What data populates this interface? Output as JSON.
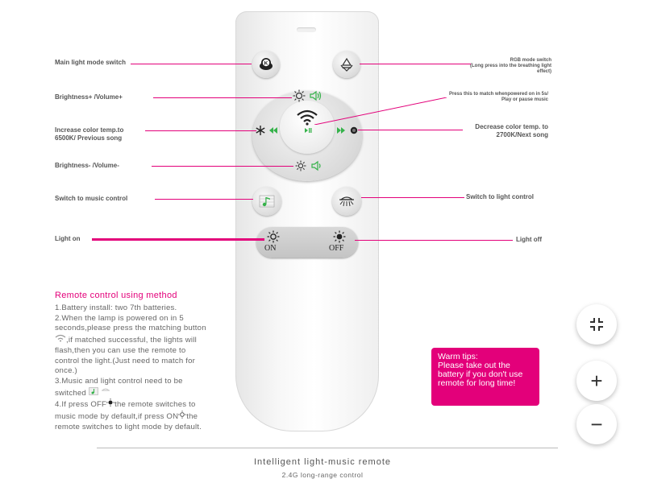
{
  "labels": {
    "main_mode": "Main light mode switch",
    "rgb_mode": "RGB mode switch",
    "rgb_mode_note": "(Long press into the breathing light effect)",
    "brightness_up": "Brightness+ /Volume+",
    "press_match": "Press this to match whenpowered on in 5s/ Play or pause music",
    "increase_temp": "Increase color temp.to 6500K/ Previous song",
    "decrease_temp": "Decrease color temp. to 2700K/Next song",
    "brightness_down": "Brightness- /Volume-",
    "music_control": "Switch to music control",
    "light_control": "Switch to light control",
    "light_on": "Light on",
    "light_off": "Light off"
  },
  "remote": {
    "on_label": "ON",
    "off_label": "OFF",
    "k_label": "K"
  },
  "usage": {
    "title": "Remote control using method",
    "line1": "1.Battery install: two 7th batteries.",
    "line2a": "2.When the lamp is powered on in 5 seconds,please press the matching button",
    "line2b": ",if matched successful, the lights will flash,then you can use the remote to control the light.(Just need to match for once.)",
    "line3": "3.Music and light control need to be switched",
    "line4a": "4.If press OFF",
    "line4b": "the remote switches to music mode by default,if press ON",
    "line4c": "the remote switches to light mode by default."
  },
  "tips": {
    "title": "Warm tips:",
    "body": "Please take out the battery if you don't use remote for long time!"
  },
  "caption": {
    "title": "Intelligent light-music remote",
    "subtitle": "2.4G long-range control"
  },
  "controls": {
    "fit_icon": "collapse-icon",
    "zoom_in": "+",
    "zoom_out": "−"
  },
  "colors": {
    "accent": "#e3007a",
    "music_green": "#35b24a"
  }
}
